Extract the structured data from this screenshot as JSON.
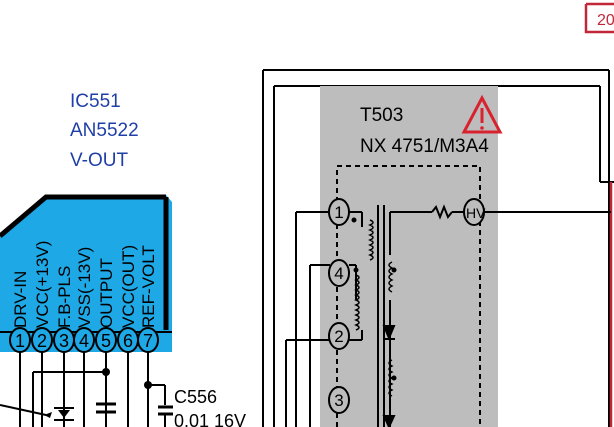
{
  "ic": {
    "ref": "IC551",
    "part": "AN5522",
    "function": "V-OUT",
    "pins": [
      {
        "num": "1",
        "label": "DRV-IN"
      },
      {
        "num": "2",
        "label": "VCC(+13V)"
      },
      {
        "num": "3",
        "label": "F.B-PLS"
      },
      {
        "num": "4",
        "label": "VSS(-13V)"
      },
      {
        "num": "5",
        "label": "OUTPUT"
      },
      {
        "num": "6",
        "label": "VCC(OUT)"
      },
      {
        "num": "7",
        "label": "REF-VOLT"
      }
    ]
  },
  "transformer": {
    "ref": "T503",
    "part": "NX 4751/M3A4",
    "hv_label": "HV",
    "pins": [
      "1",
      "4",
      "2",
      "3"
    ]
  },
  "capacitor": {
    "ref": "C556",
    "value": "0.01 16V"
  },
  "sheet_ref": "20",
  "colors": {
    "ic_label": "#1f3fa8",
    "ic_fill": "#1ea8e6",
    "transformer_bg": "#bdbdbd",
    "warning": "#d8232f",
    "sheet_ref_border": "#c0283a",
    "wire": "#000000"
  },
  "icons": {
    "warning": "warning-triangle-icon"
  }
}
